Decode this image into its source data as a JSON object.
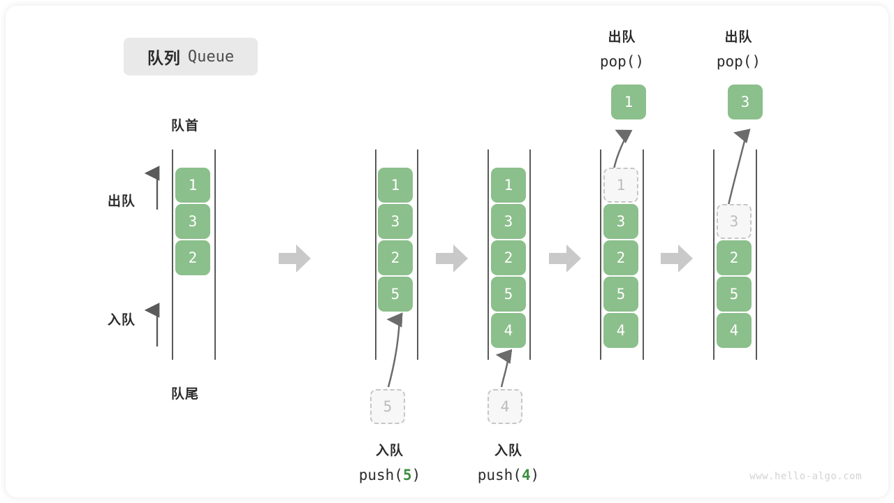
{
  "title": {
    "cn": "队列",
    "en": "Queue"
  },
  "axis_labels": {
    "head": "队首",
    "tail": "队尾",
    "dequeue": "出队",
    "enqueue": "入队"
  },
  "colors": {
    "element_fill": "#8bbf8b",
    "element_text": "#ffffff",
    "ghost_fill": "#f7f7f7",
    "ghost_border": "#c6c6c6",
    "ghost_text": "#bcbcbc",
    "rail": "#595959",
    "stage_arrow": "#c9c9c9",
    "curve_arrow": "#6b6b6b",
    "badge_bg": "#e9e9e9",
    "accent_code": "#3e8e41",
    "watermark": "#d3d3d3"
  },
  "stages": [
    {
      "id": "initial",
      "elements": [
        "1",
        "3",
        "2"
      ],
      "ghost": null,
      "caption": null
    },
    {
      "id": "push-5",
      "elements": [
        "1",
        "3",
        "2",
        "5"
      ],
      "ghost": {
        "value": "5",
        "position": "below"
      },
      "caption": {
        "cn": "入队",
        "code_prefix": "push(",
        "code_arg": "5",
        "code_suffix": ")"
      }
    },
    {
      "id": "push-4",
      "elements": [
        "1",
        "3",
        "2",
        "5",
        "4"
      ],
      "ghost": {
        "value": "4",
        "position": "below"
      },
      "caption": {
        "cn": "入队",
        "code_prefix": "push(",
        "code_arg": "4",
        "code_suffix": ")"
      }
    },
    {
      "id": "pop-1",
      "elements": [
        "3",
        "2",
        "5",
        "4"
      ],
      "ghost": {
        "value": "1",
        "position": "slot-0"
      },
      "popped": "1",
      "caption": {
        "cn": "出队",
        "code_prefix": "pop(",
        "code_arg": "",
        "code_suffix": ")"
      }
    },
    {
      "id": "pop-3",
      "elements": [
        "2",
        "5",
        "4"
      ],
      "ghost": {
        "value": "3",
        "position": "slot-1"
      },
      "popped": "3",
      "caption": {
        "cn": "出队",
        "code_prefix": "pop(",
        "code_arg": "",
        "code_suffix": ")"
      }
    }
  ],
  "stage_arrows_count": 4,
  "watermark": "www.hello-algo.com"
}
